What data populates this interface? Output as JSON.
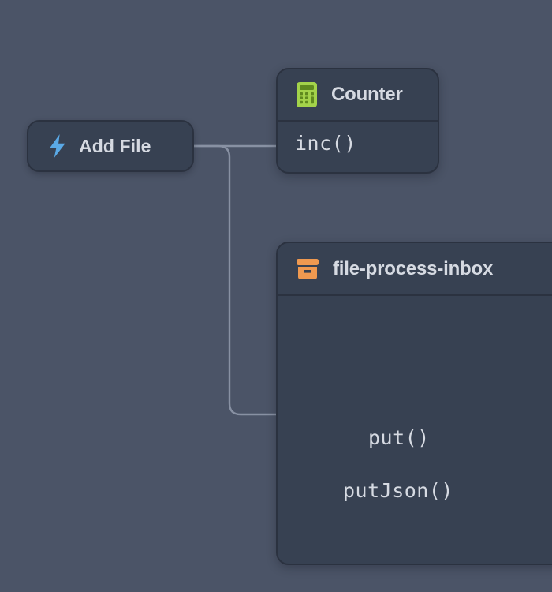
{
  "canvas": {
    "background_color": "#4b5467",
    "node_fill": "#374152",
    "node_border": "#2b3240",
    "edge_color": "#8891a3",
    "text_color": "#d6dae2"
  },
  "trigger": {
    "label": "Add File",
    "icon": "lightning-bolt-icon",
    "icon_color": "#5aa9e6"
  },
  "nodes": [
    {
      "title": "Counter",
      "icon": "calculator-icon",
      "icon_color": "#a3d34a",
      "methods": [
        {
          "label": "inc()"
        }
      ]
    },
    {
      "title": "file-process-inbox",
      "icon": "archive-box-icon",
      "icon_color": "#ef9950",
      "methods": [
        {
          "label": "put()"
        },
        {
          "label": "putJson()"
        }
      ]
    }
  ],
  "edges": [
    {
      "from": "Add File",
      "to": "inc()",
      "arrow": true
    },
    {
      "from": "Add File",
      "to": "put()",
      "arrow": true
    },
    {
      "from": "put()",
      "to": "offscreen-right",
      "arrow": false
    },
    {
      "from": "putJson()",
      "to": "offscreen-right",
      "arrow": false
    }
  ]
}
